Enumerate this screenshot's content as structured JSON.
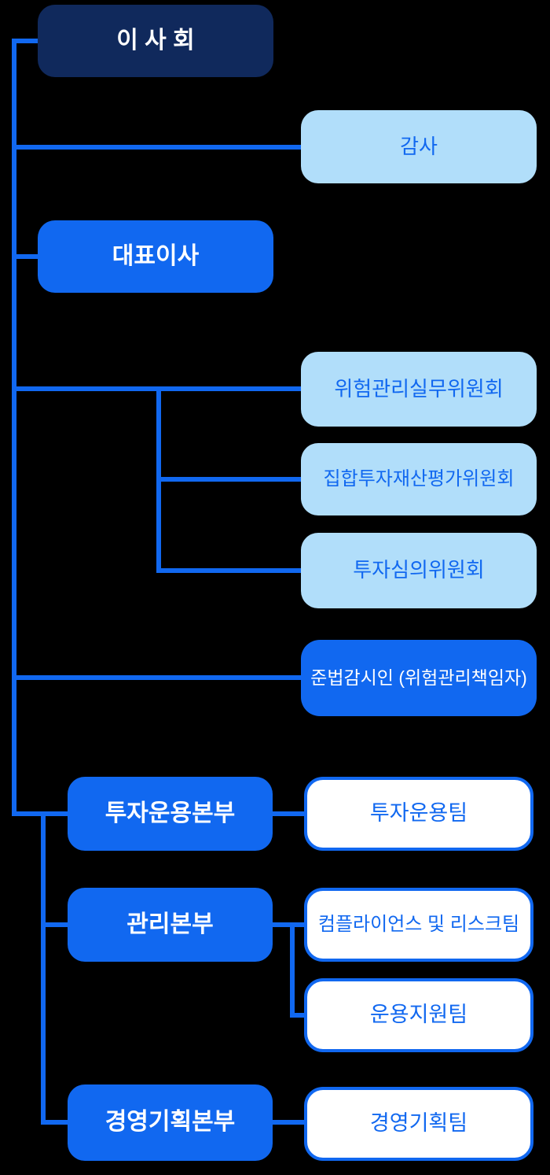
{
  "palette": {
    "background": "#000000",
    "navy": "#10295c",
    "blue": "#1168f0",
    "light_blue": "#b1defa",
    "line": "#1168f0",
    "white": "#ffffff"
  },
  "nodes": {
    "board": {
      "label": "이 사 회"
    },
    "auditor": {
      "label": "감사"
    },
    "ceo": {
      "label": "대표이사"
    },
    "risk_management_committee": {
      "label": "위험관리실무위원회"
    },
    "fund_asset_valuation_committee": {
      "label": "집합투자재산평가위원회"
    },
    "investment_review_committee": {
      "label": "투자심의위원회"
    },
    "compliance_officer": {
      "label": "준법감시인 (위험관리책임자)"
    },
    "investment_division": {
      "label": "투자운용본부"
    },
    "investment_team": {
      "label": "투자운용팀"
    },
    "management_division": {
      "label": "관리본부"
    },
    "compliance_risk_team": {
      "label": "컴플라이언스 및 리스크팀"
    },
    "operations_support_team": {
      "label": "운용지원팀"
    },
    "planning_division": {
      "label": "경영기획본부"
    },
    "planning_team": {
      "label": "경영기획팀"
    }
  },
  "edges": [
    {
      "from": "board",
      "to": "auditor"
    },
    {
      "from": "board",
      "to": "ceo"
    },
    {
      "from": "ceo",
      "to": "risk_management_committee"
    },
    {
      "from": "ceo",
      "to": "fund_asset_valuation_committee"
    },
    {
      "from": "ceo",
      "to": "investment_review_committee"
    },
    {
      "from": "ceo",
      "to": "compliance_officer"
    },
    {
      "from": "ceo",
      "to": "investment_division"
    },
    {
      "from": "ceo",
      "to": "management_division"
    },
    {
      "from": "ceo",
      "to": "planning_division"
    },
    {
      "from": "investment_division",
      "to": "investment_team"
    },
    {
      "from": "management_division",
      "to": "compliance_risk_team"
    },
    {
      "from": "management_division",
      "to": "operations_support_team"
    },
    {
      "from": "planning_division",
      "to": "planning_team"
    }
  ]
}
